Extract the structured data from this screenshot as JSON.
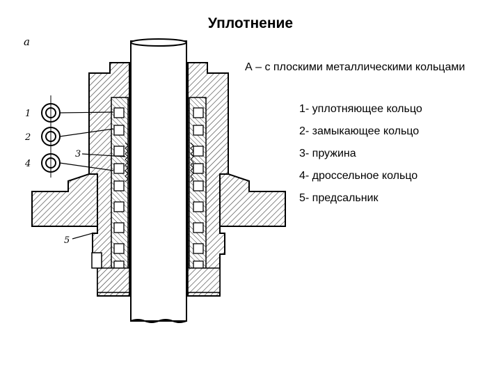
{
  "title": "Уплотнение",
  "subtitle": "А – с плоскими металлическими кольцами",
  "legend": [
    "1- уплотняющее кольцо",
    "2- замыкающее кольцо",
    "3- пружина",
    "4- дроссельное кольцо",
    "5- предсальник"
  ],
  "drawing": {
    "figure_letter": "a",
    "callouts": [
      "1",
      "2",
      "3",
      "4",
      "5"
    ]
  }
}
